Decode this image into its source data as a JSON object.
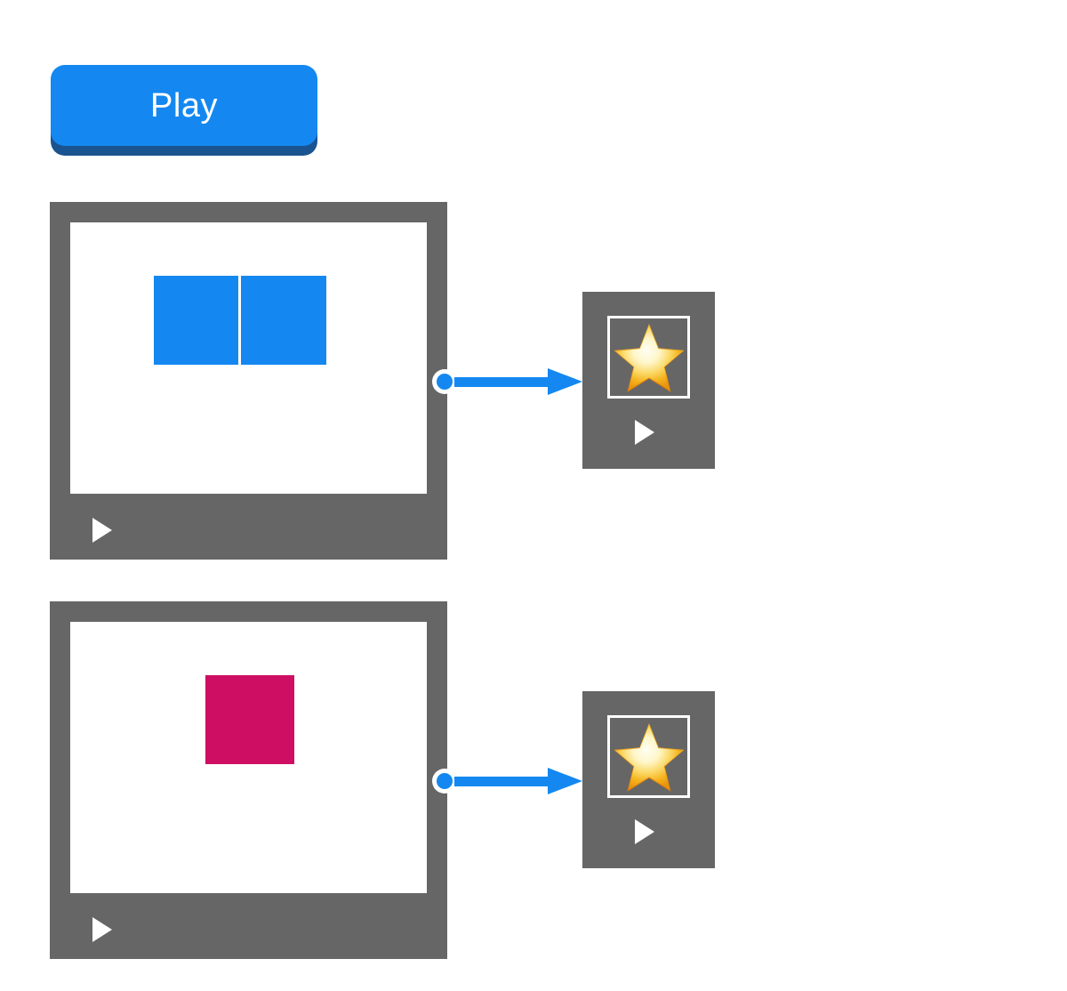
{
  "colors": {
    "accent_blue": "#1488F0",
    "button_shadow_blue": "#1A5490",
    "panel_gray": "#666666",
    "canvas_white": "#FFFFFF",
    "sprite_magenta": "#CE0E63",
    "star_gold": "#F2A617",
    "star_pale": "#FFFCE8",
    "page_background": "#FFFFFF"
  },
  "toolbar": {
    "play_button_label": "Play",
    "play_button_icon": "play-label-text"
  },
  "rows": [
    {
      "id": "row-0",
      "stage": {
        "name": "stage-panel-0",
        "play_icon": "play-triangle-icon",
        "sprites": [
          {
            "name": "sprite-blue-left",
            "shape": "rectangle",
            "color": "#1488F0"
          },
          {
            "name": "sprite-blue-right",
            "shape": "rectangle",
            "color": "#1488F0"
          }
        ]
      },
      "arrow": {
        "name": "arrow-connector-0",
        "dot_icon": "circle-dot-icon",
        "head_icon": "arrow-head-icon",
        "direction": "right"
      },
      "thumbnail": {
        "name": "thumbnail-panel-0",
        "sprite_icon": "star-icon",
        "play_icon": "play-triangle-icon"
      }
    },
    {
      "id": "row-1",
      "stage": {
        "name": "stage-panel-1",
        "play_icon": "play-triangle-icon",
        "sprites": [
          {
            "name": "sprite-magenta",
            "shape": "square",
            "color": "#CE0E63"
          }
        ]
      },
      "arrow": {
        "name": "arrow-connector-1",
        "dot_icon": "circle-dot-icon",
        "head_icon": "arrow-head-icon",
        "direction": "right"
      },
      "thumbnail": {
        "name": "thumbnail-panel-1",
        "sprite_icon": "star-icon",
        "play_icon": "play-triangle-icon"
      }
    }
  ]
}
